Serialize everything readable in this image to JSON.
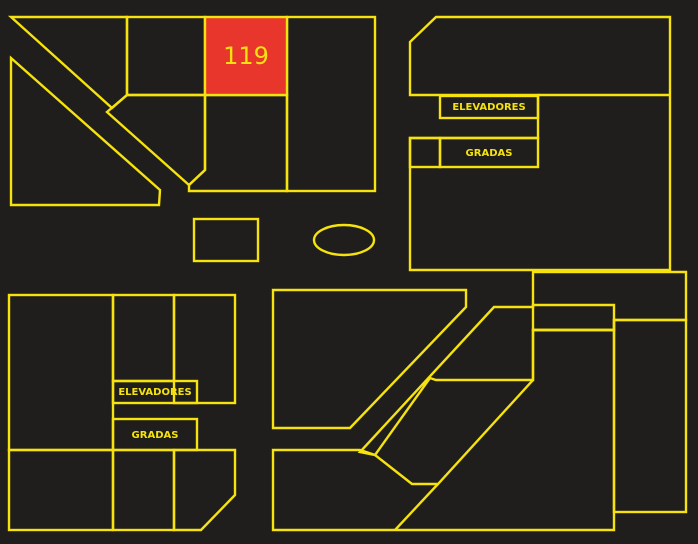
{
  "colors": {
    "background": "#1f1e1c",
    "outline": "#f5e20f",
    "highlight": "#e8362c"
  },
  "highlighted_store": {
    "number": "119"
  },
  "labels": {
    "elevators_right": "ELEVADORES",
    "stairs_right": "GRADAS",
    "elevators_left": "ELEVADORES",
    "stairs_left": "GRADAS"
  }
}
